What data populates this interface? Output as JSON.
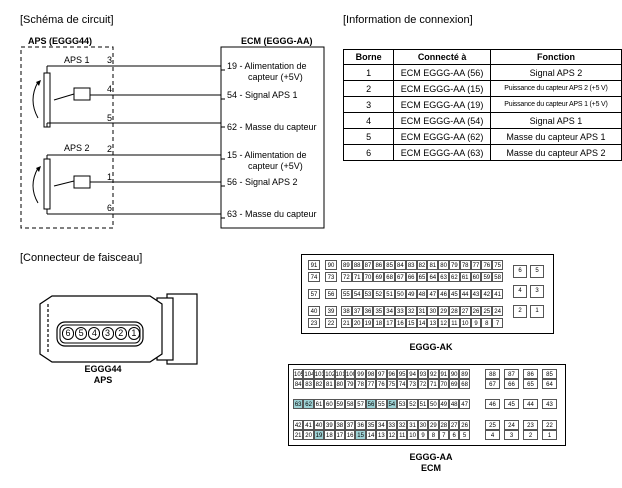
{
  "sections": {
    "schema_title": "[Schéma de circuit]",
    "info_title": "[Information de connexion]",
    "harness_title": "[Connecteur de faisceau]"
  },
  "schematic": {
    "left_header": "APS (EGGG44)",
    "right_header": "ECM (EGGG-AA)",
    "sensors": [
      {
        "name": "APS 1",
        "pins": [
          "3",
          "4",
          "5"
        ]
      },
      {
        "name": "APS 2",
        "pins": [
          "2",
          "1",
          "6"
        ]
      }
    ],
    "ecm_labels": [
      {
        "line1": "19 - Alimentation de",
        "line2": "capteur (+5V)"
      },
      {
        "line1": "54 - Signal APS 1",
        "line2": ""
      },
      {
        "line1": "62 - Masse du capteur",
        "line2": ""
      },
      {
        "line1": "15 - Alimentation de",
        "line2": "capteur (+5V)"
      },
      {
        "line1": "56 - Signal APS 2",
        "line2": ""
      },
      {
        "line1": "63 - Masse du capteur",
        "line2": ""
      }
    ]
  },
  "connection_table": {
    "headers": [
      "Borne",
      "Connecté à",
      "Fonction"
    ],
    "rows": [
      [
        "1",
        "ECM EGGG-AA (56)",
        "Signal APS 2"
      ],
      [
        "2",
        "ECM EGGG-AA (15)",
        "Puissance du capteur APS 2 (+5 V)"
      ],
      [
        "3",
        "ECM EGGG-AA (19)",
        "Puissance du capteur APS 1 (+5 V)"
      ],
      [
        "4",
        "ECM EGGG-AA (54)",
        "Signal APS 1"
      ],
      [
        "5",
        "ECM EGGG-AA (62)",
        "Masse du capteur APS 1"
      ],
      [
        "6",
        "ECM EGGG-AA (63)",
        "Masse du capteur APS 2"
      ]
    ]
  },
  "aps_connector": {
    "pins": [
      "6",
      "5",
      "4",
      "3",
      "2",
      "1"
    ],
    "caption_line1": "EGGG44",
    "caption_line2": "APS"
  },
  "egggak": {
    "caption": "EGGG-AK",
    "rows": [
      [
        [
          "91"
        ],
        [
          "90"
        ],
        [
          "89",
          "88",
          "87",
          "86",
          "85",
          "84",
          "83",
          "82",
          "81",
          "80",
          "79",
          "78",
          "77",
          "76",
          "75"
        ]
      ],
      [
        [
          "74"
        ],
        [
          "73"
        ],
        [
          "72",
          "71",
          "70",
          "69",
          "68",
          "67",
          "66",
          "65",
          "64",
          "63",
          "62",
          "61",
          "60",
          "59",
          "58"
        ]
      ],
      [
        [
          "57"
        ],
        [
          "56"
        ],
        [
          "55",
          "54",
          "53",
          "52",
          "51",
          "50",
          "49",
          "48",
          "47",
          "46",
          "45",
          "44",
          "43",
          "42",
          "41"
        ]
      ],
      [
        [
          "40"
        ],
        [
          "39"
        ],
        [
          "38",
          "37",
          "36",
          "35",
          "34",
          "33",
          "32",
          "31",
          "30",
          "29",
          "28",
          "27",
          "26",
          "25",
          "24"
        ]
      ],
      [
        [
          "23"
        ],
        [
          "22"
        ],
        [
          "21",
          "20",
          "19",
          "18",
          "17",
          "16",
          "15",
          "14",
          "13",
          "12",
          "11",
          "10",
          "9",
          "8",
          "7"
        ]
      ]
    ],
    "right_pairs": [
      [
        "6",
        "5"
      ],
      [
        "4",
        "3"
      ],
      [
        "2",
        "1"
      ]
    ]
  },
  "egggaa": {
    "caption_line1": "EGGG-AA",
    "caption_line2": "ECM",
    "highlight_color": "#9fd3d6",
    "rows": [
      [
        "105",
        "104",
        "103",
        "102",
        "101",
        "100",
        "99",
        "98",
        "97",
        "96",
        "95",
        "94",
        "93",
        "92",
        "91",
        "90",
        "89"
      ],
      [
        "84",
        "83",
        "82",
        "81",
        "80",
        "79",
        "78",
        "77",
        "76",
        "75",
        "74",
        "73",
        "72",
        "71",
        "70",
        "69",
        "68"
      ],
      [
        "63",
        "62",
        "61",
        "60",
        "59",
        "58",
        "57",
        "56",
        "55",
        "54",
        "53",
        "52",
        "51",
        "50",
        "49",
        "48",
        "47"
      ],
      [
        "42",
        "41",
        "40",
        "39",
        "38",
        "37",
        "36",
        "35",
        "34",
        "33",
        "32",
        "31",
        "30",
        "29",
        "28",
        "27",
        "26"
      ],
      [
        "21",
        "20",
        "19",
        "18",
        "17",
        "16",
        "15",
        "14",
        "13",
        "12",
        "11",
        "10",
        "9",
        "8",
        "7",
        "6",
        "5"
      ]
    ],
    "right_cols": [
      [
        "88",
        "87",
        "86",
        "85"
      ],
      [
        "67",
        "66",
        "65",
        "64"
      ],
      [
        "46",
        "45",
        "44",
        "43"
      ],
      [
        "25",
        "24",
        "23",
        "22"
      ],
      [
        "4",
        "3",
        "2",
        "1"
      ]
    ],
    "highlighted": [
      "63",
      "62",
      "56",
      "54",
      "19",
      "15"
    ]
  }
}
